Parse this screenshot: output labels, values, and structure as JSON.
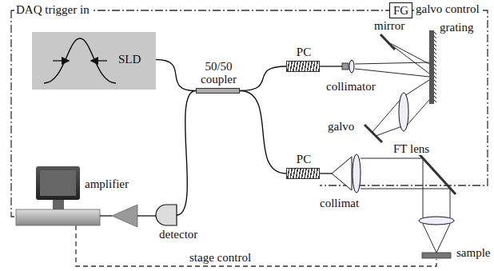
{
  "diagram": {
    "nodes": [
      {
        "text": [
          "SLD"
        ]
      },
      {
        "text": [
          "FG"
        ]
      },
      {
        "text": [
          "50/50 coupler"
        ]
      },
      {
        "text": [
          "PC"
        ]
      },
      {
        "text": [
          "PC"
        ]
      },
      {
        "text": [
          "detector"
        ]
      }
    ],
    "edges": [
      {
        "from": 0,
        "to": 2,
        "arrow": "none"
      },
      {
        "from": 2,
        "to": 3,
        "arrow": "none"
      },
      {
        "from": 2,
        "to": 4,
        "arrow": "none"
      },
      {
        "from": 2,
        "to": 5,
        "arrow": "none"
      }
    ],
    "labels": [
      "DAQ trigger in",
      "galvo control",
      "mirror",
      "grating",
      "collimator",
      "FT lens",
      "galvo",
      "amplifier",
      "collimat",
      "sample",
      "stage control"
    ]
  }
}
